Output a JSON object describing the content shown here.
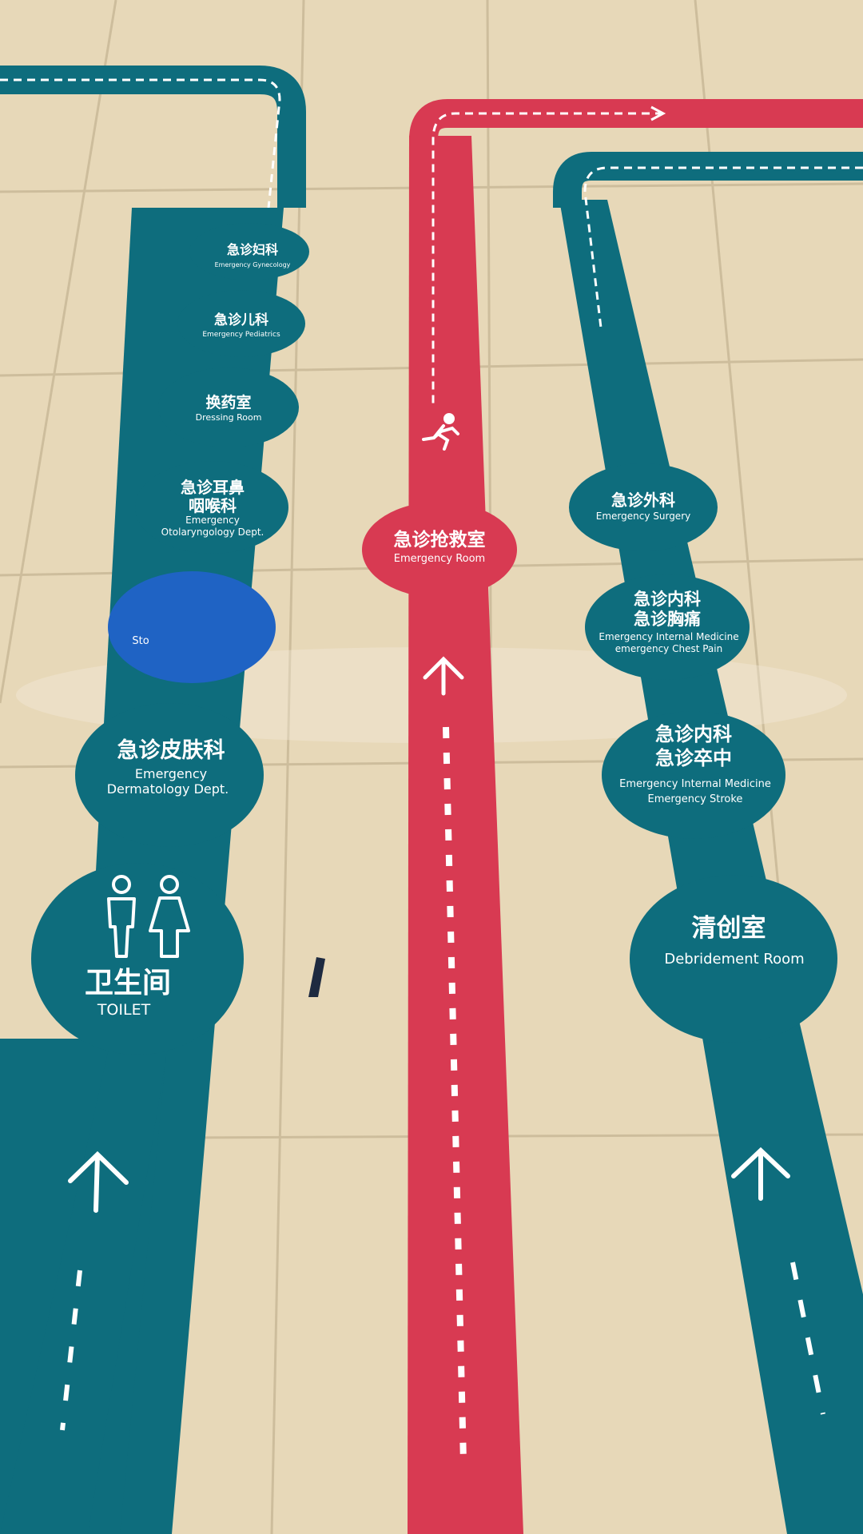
{
  "colors": {
    "floor": "#e7d8b8",
    "teal": "#0e6d7d",
    "red": "#d83a52",
    "blue_sticker": "#1f63c4",
    "marking": "#ffffff"
  },
  "left_route": {
    "stops": [
      {
        "zh": "急诊妇科",
        "en": "Emergency Gynecology"
      },
      {
        "zh": "急诊儿科",
        "en": "Emergency Pediatrics"
      },
      {
        "zh": "换药室",
        "en": "Dressing Room"
      },
      {
        "zh_line1": "急诊耳鼻",
        "zh_line2": "咽喉科",
        "en_line1": "Emergency",
        "en_line2": "Otolaryngology Dept."
      },
      {
        "partial_text": "Sto"
      },
      {
        "zh": "急诊皮肤科",
        "en_line1": "Emergency",
        "en_line2": "Dermatology Dept."
      },
      {
        "zh": "卫生间",
        "en": "TOILET",
        "icon": "toilet-icon"
      }
    ]
  },
  "center_route": {
    "stop": {
      "zh": "急诊抢救室",
      "en": "Emergency Room"
    },
    "icon": "running-person-icon"
  },
  "right_route": {
    "stops": [
      {
        "zh": "急诊外科",
        "en": "Emergency Surgery"
      },
      {
        "zh_line1": "急诊内科",
        "zh_line2": "急诊胸痛",
        "en_line1": "Emergency Internal Medicine",
        "en_line2": "emergency Chest Pain"
      },
      {
        "zh_line1": "急诊内科",
        "zh_line2": "急诊卒中",
        "en_line1": "Emergency Internal Medicine",
        "en_line2": "Emergency Stroke"
      },
      {
        "zh": "清创室",
        "en": "Debridement Room"
      }
    ]
  }
}
